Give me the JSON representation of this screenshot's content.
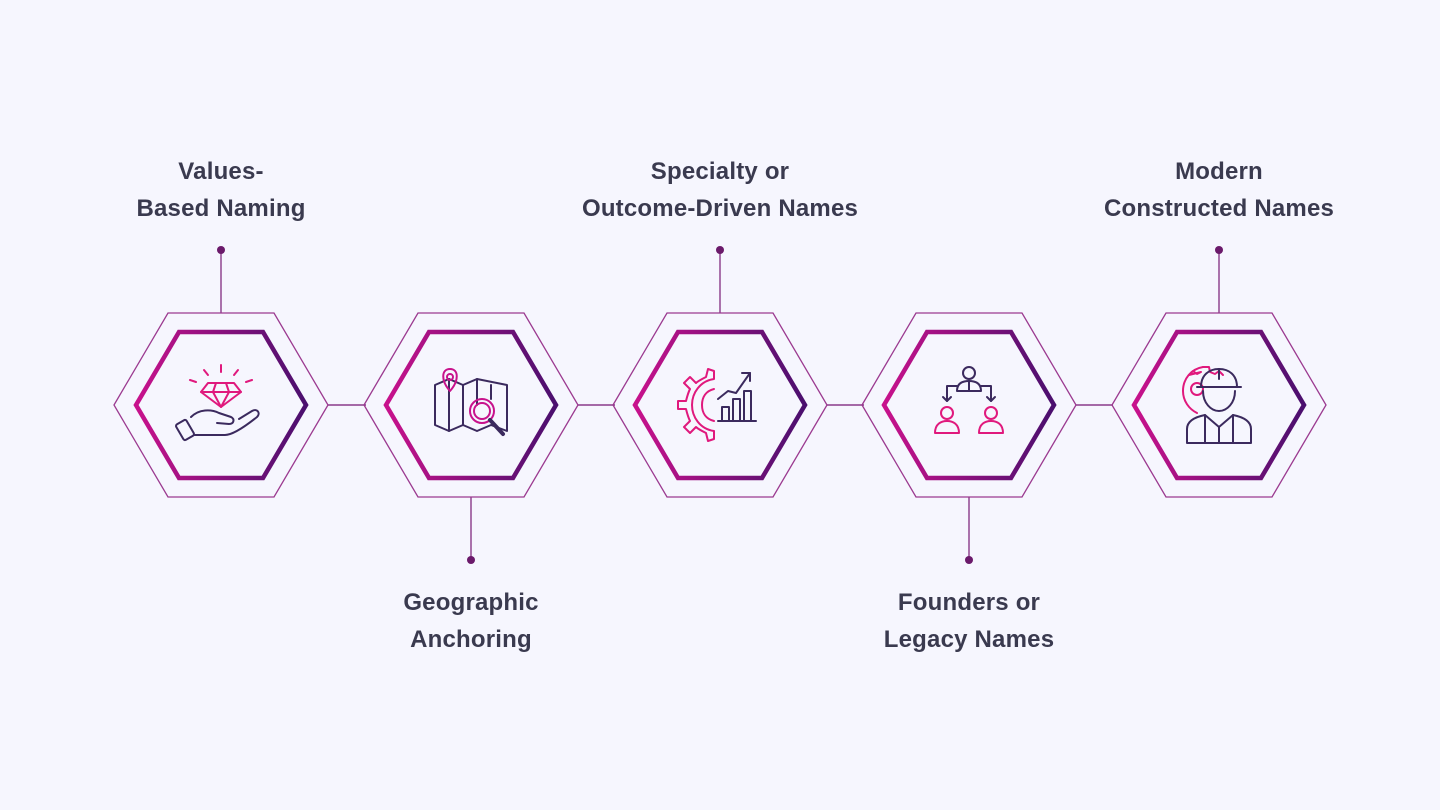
{
  "steps": [
    {
      "id": "values",
      "line1": "Values-",
      "line2": "Based Naming",
      "icon": "diamond-hand-icon"
    },
    {
      "id": "geographic",
      "line1": "Geographic",
      "line2": "Anchoring",
      "icon": "map-search-icon"
    },
    {
      "id": "specialty",
      "line1": "Specialty or",
      "line2": "Outcome-Driven Names",
      "icon": "gear-growth-chart-icon"
    },
    {
      "id": "founders",
      "line1": "Founders or",
      "line2": "Legacy Names",
      "icon": "hierarchy-people-icon"
    },
    {
      "id": "modern",
      "line1": "Modern",
      "line2": "Constructed Names",
      "icon": "engineer-gear-icon"
    }
  ],
  "colors": {
    "background": "#f6f6fe",
    "text": "#3a3a4f",
    "accent_magenta": "#c8128c",
    "accent_purple": "#4a0f6e",
    "icon_dark": "#3b2a5e"
  }
}
